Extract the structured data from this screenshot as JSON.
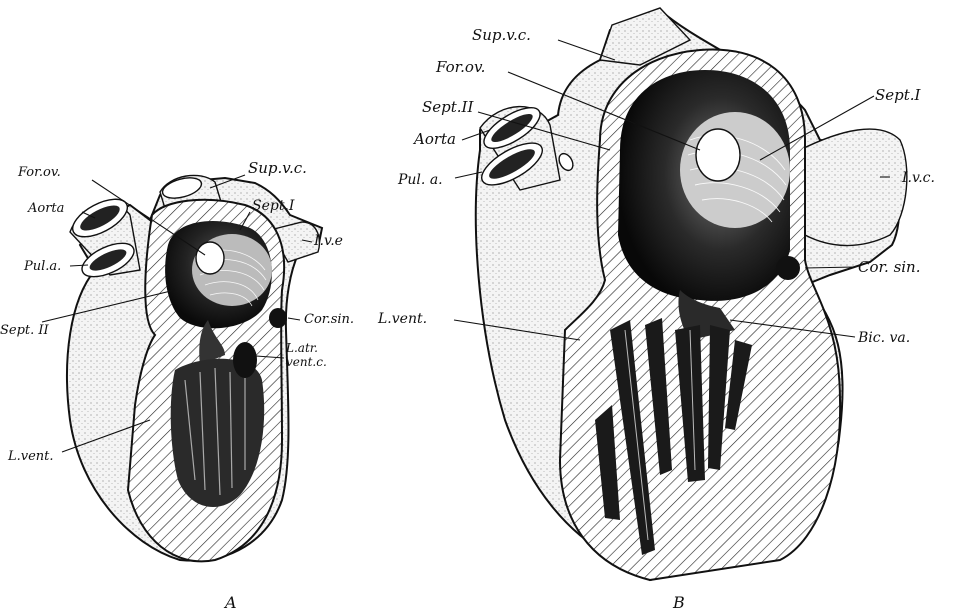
{
  "figure": {
    "panel_a": {
      "caption": "A",
      "labels": {
        "for_ov": "For.ov.",
        "sup_vc": "Sup.v.c.",
        "aorta": "Aorta",
        "sept_i": "Sept.I",
        "ive": "I.v.e",
        "pul_a": "Pul.a.",
        "cor_sin": "Cor.sin.",
        "sept_ii": "Sept. II",
        "l_atr_1": "L.atr.",
        "l_atr_2": "vent.c.",
        "l_vent": "L.vent."
      }
    },
    "panel_b": {
      "caption": "B",
      "labels": {
        "sup_vc": "Sup.v.c.",
        "for_ov": "For.ov.",
        "sept_i": "Sept.I",
        "sept_ii": "Sept.II",
        "aorta": "Aorta",
        "ivc": "I.v.c.",
        "pul_a": "Pul. a.",
        "cor_sin": "Cor. sin.",
        "l_vent": "L.vent.",
        "bic_va": "Bic. va."
      }
    }
  }
}
